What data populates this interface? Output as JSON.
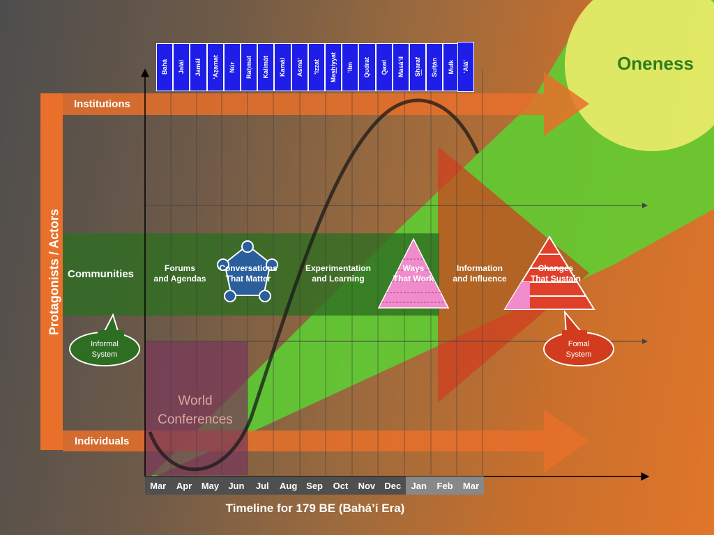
{
  "title": "Oneness",
  "timeline_caption": "Timeline for 179 BE (Bahá’í Era)",
  "vertical_axis_label": "Protagonists / Actors",
  "rows": {
    "institutions": "Institutions",
    "communities": "Communities",
    "individuals": "Individuals"
  },
  "bahai_months": [
    "Bahá",
    "Jalál",
    "Jamál",
    "ʻAẓamat",
    "Núr",
    "Raḥmat",
    "Kalimát",
    "Kamál",
    "Asmáʼ",
    "ʻIzzat",
    "Mas͟hiyyat",
    "ʻIlm",
    "Qudrat",
    "Qawl",
    "Masáʼil",
    "S͟haraf",
    "Sulṭán",
    "Mulk",
    "ʻAláʼ"
  ],
  "gregorian_months": [
    "Mar",
    "Apr",
    "May",
    "Jun",
    "Jul",
    "Aug",
    "Sep",
    "Oct",
    "Nov",
    "Dec",
    "Jan",
    "Feb",
    "Mar"
  ],
  "stages": {
    "forums": [
      "Forums",
      "and Agendas"
    ],
    "conversations": [
      "Conversations",
      "That Matter"
    ],
    "experimentation": [
      "Experimentation",
      "and Learning"
    ],
    "ways": [
      "Ways",
      "That Work"
    ],
    "information": [
      "Information",
      "and Influence"
    ],
    "changes": [
      "Changes",
      "That Sustain"
    ]
  },
  "world_conferences": [
    "World",
    "Conferences"
  ],
  "callouts": {
    "informal": [
      "Informal",
      "System"
    ],
    "formal": [
      "Fomal",
      "System"
    ]
  },
  "colors": {
    "orange_arrow": "#e8702a",
    "community_band": "#2e6e22",
    "green_wedge": "#5ad232",
    "red_wedge": "#d23c1e",
    "oneness_circle": "#ecec6a",
    "oneness_text": "#2e7d1e",
    "month_box": "#1e1ee8",
    "world_conf_box": "#7a3a5a",
    "informal_callout": "#2e6e22",
    "formal_callout": "#d23c1e",
    "pink_triangle": "#f08ccc",
    "blue_pentagon": "#2a5e9c"
  },
  "icons": {
    "conversations": "pentagon-network-icon",
    "ways": "striped-triangle-icon",
    "changes": "layered-pyramid-icon"
  }
}
